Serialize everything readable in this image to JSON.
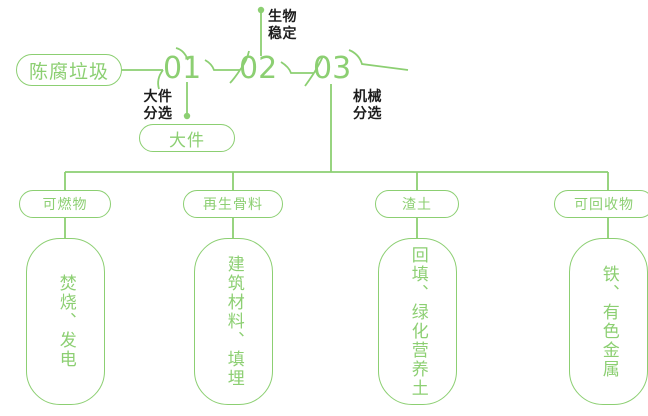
{
  "theme": {
    "accent": "#8ccf72",
    "text_dark": "#1c1c1c",
    "background": "#ffffff"
  },
  "diagram": {
    "type": "process-flow",
    "title_node": {
      "label": "陈腐垃圾"
    },
    "steps": [
      {
        "number": "01",
        "process_label": "大件\n分选",
        "output": {
          "label": "大件",
          "position": "below"
        }
      },
      {
        "number": "02",
        "process_label": "生物\n稳定",
        "output": null
      },
      {
        "number": "03",
        "process_label": "机械\n分选",
        "output": null
      }
    ],
    "outputs": [
      {
        "category": "可燃物",
        "destination": "焚烧、发电"
      },
      {
        "category": "再生骨料",
        "destination": "建筑材料、填埋"
      },
      {
        "category": "渣土",
        "destination": "回填、绿化营养土"
      },
      {
        "category": "可回收物",
        "destination": "铁、有色金属"
      }
    ]
  }
}
